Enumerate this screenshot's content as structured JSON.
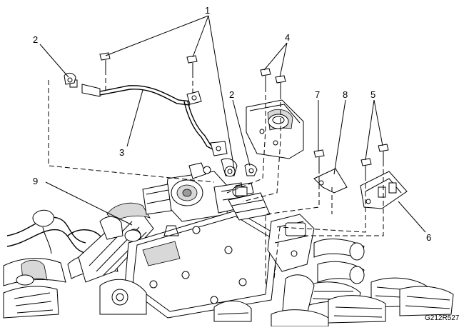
{
  "figure_id": "G212R527",
  "callouts": [
    {
      "id": "c1",
      "label": "1"
    },
    {
      "id": "c2a",
      "label": "2"
    },
    {
      "id": "c2b",
      "label": "2"
    },
    {
      "id": "c3",
      "label": "3"
    },
    {
      "id": "c4",
      "label": "4"
    },
    {
      "id": "c5",
      "label": "5"
    },
    {
      "id": "c6",
      "label": "6"
    },
    {
      "id": "c7",
      "label": "7"
    },
    {
      "id": "c8",
      "label": "8"
    },
    {
      "id": "c9",
      "label": "9"
    }
  ]
}
